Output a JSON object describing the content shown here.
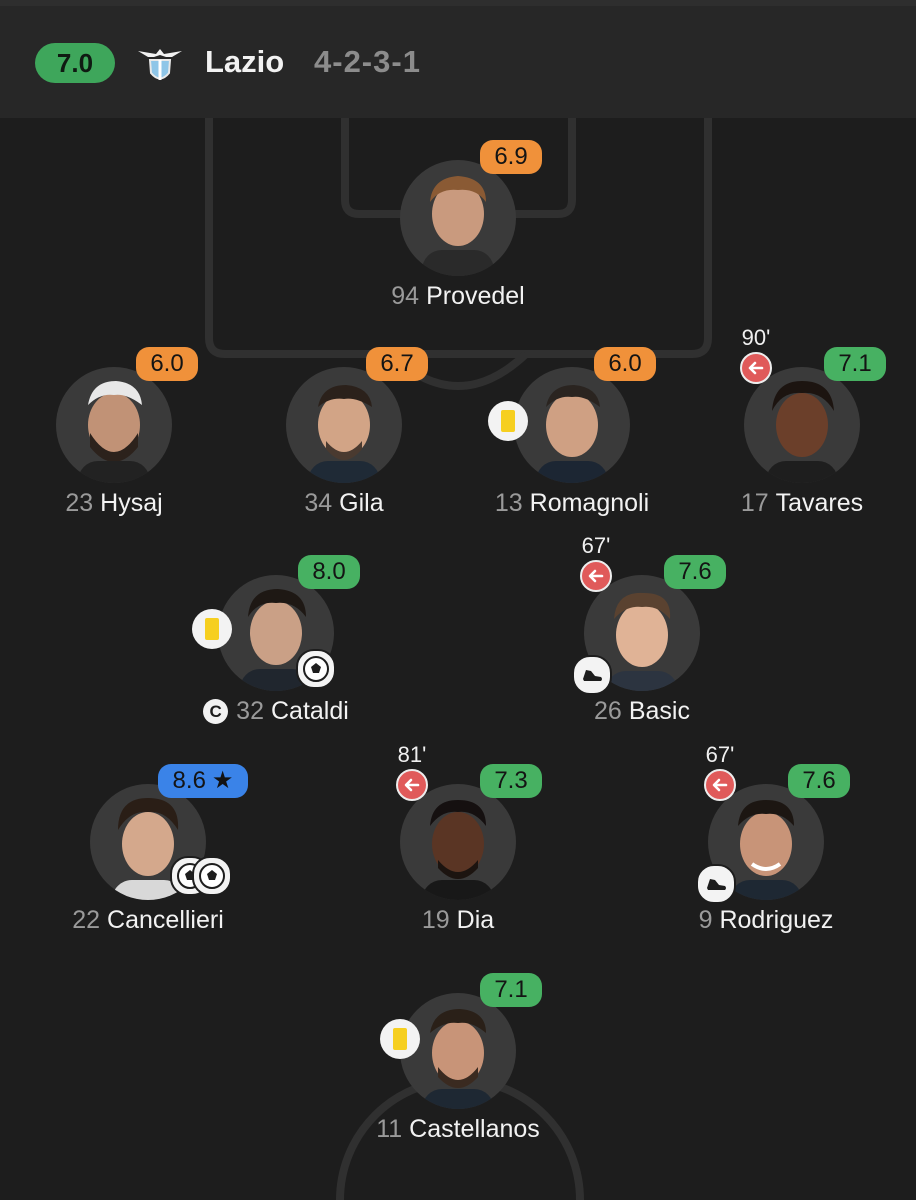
{
  "team": {
    "rating": "7.0",
    "name": "Lazio",
    "formation": "4-2-3-1"
  },
  "colors": {
    "rating_orange": "#f0913a",
    "rating_green": "#47b162",
    "rating_blue": "#3a83e8",
    "sub_red": "#e05a5a",
    "yellow_card": "#f6cf1f"
  },
  "players": {
    "provedel": {
      "number": "94",
      "name": "Provedel",
      "rating": "6.9"
    },
    "hysaj": {
      "number": "23",
      "name": "Hysaj",
      "rating": "6.0"
    },
    "gila": {
      "number": "34",
      "name": "Gila",
      "rating": "6.7"
    },
    "romagnoli": {
      "number": "13",
      "name": "Romagnoli",
      "rating": "6.0"
    },
    "tavares": {
      "number": "17",
      "name": "Tavares",
      "rating": "7.1",
      "sub_minute": "90'"
    },
    "cataldi": {
      "number": "32",
      "name": "Cataldi",
      "rating": "8.0",
      "captain": "C"
    },
    "basic": {
      "number": "26",
      "name": "Basic",
      "rating": "7.6",
      "sub_minute": "67'"
    },
    "cancellieri": {
      "number": "22",
      "name": "Cancellieri",
      "rating": "8.6"
    },
    "dia": {
      "number": "19",
      "name": "Dia",
      "rating": "7.3",
      "sub_minute": "81'"
    },
    "rodriguez": {
      "number": "9",
      "name": "Rodriguez",
      "rating": "7.6",
      "sub_minute": "67'"
    },
    "castellanos": {
      "number": "11",
      "name": "Castellanos",
      "rating": "7.1"
    }
  }
}
